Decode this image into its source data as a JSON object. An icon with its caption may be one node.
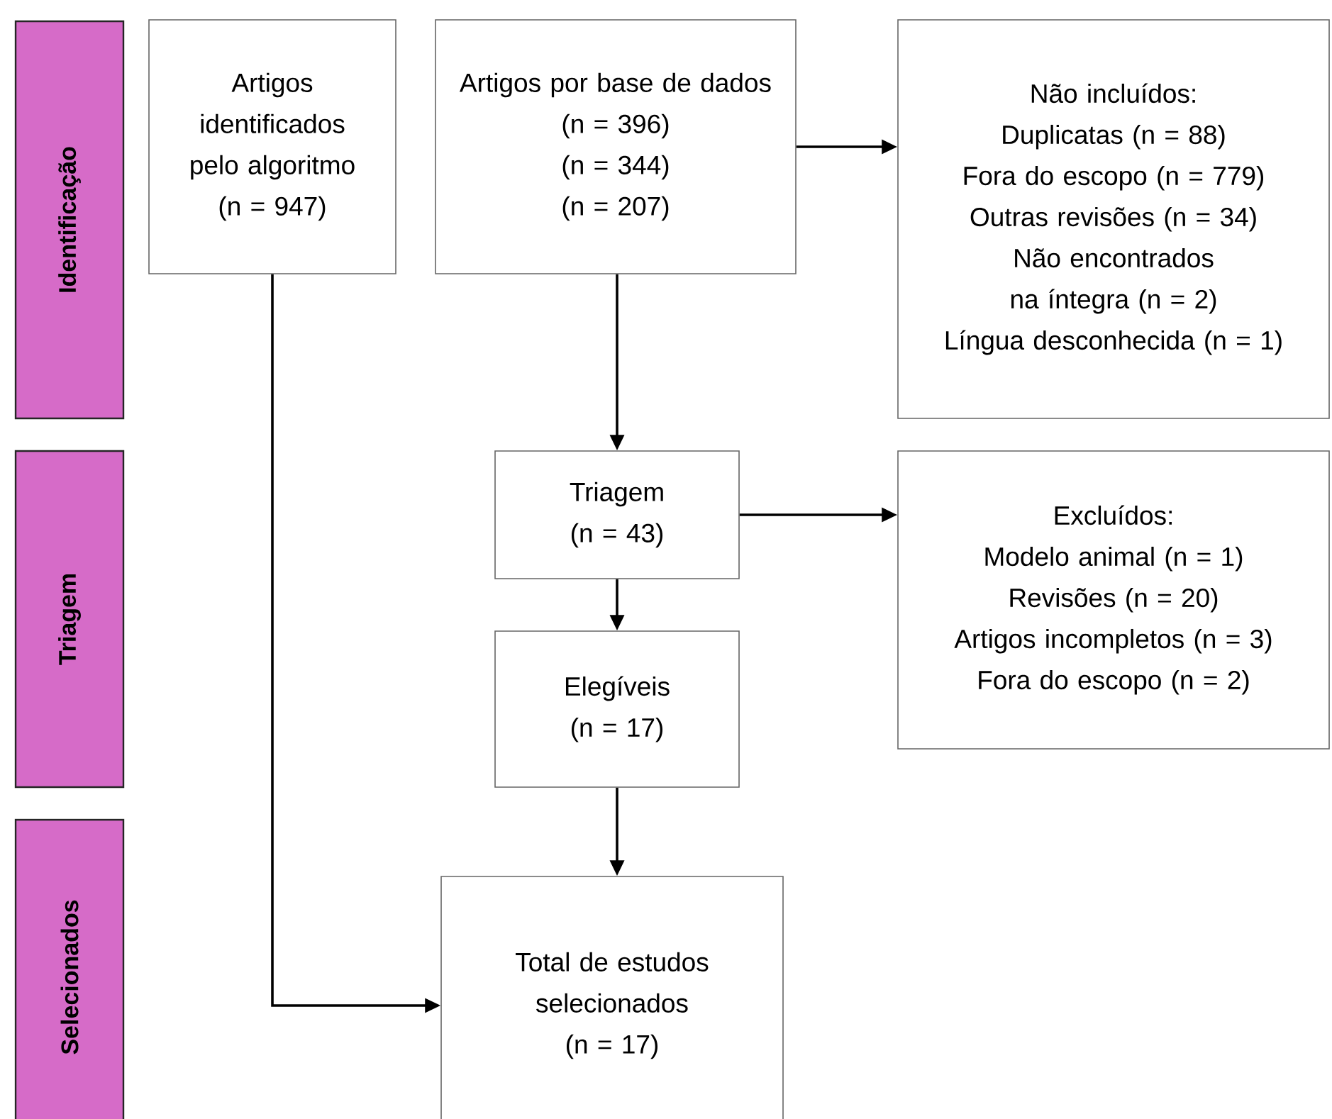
{
  "diagram": {
    "nodes": [
      {
        "text": [
          "Identificação"
        ]
      },
      {
        "text": [
          "Artigos identificados pelo algoritmo",
          "(n = 947)"
        ]
      },
      {
        "text": [
          "Artigos por base de dados",
          "(n = 396)",
          "(n = 344)",
          "(n = 207)"
        ]
      },
      {
        "text": [
          "Não incluídos:",
          "Duplicatas (n = 88)",
          "Fora do escopo (n = 779)",
          "Outras revisões (n = 34)",
          "Não encontrados na íntegra (n = 2)",
          "Língua desconhecida (n = 1)"
        ]
      },
      {
        "text": [
          "Triagem"
        ]
      },
      {
        "text": [
          "Triagem",
          "(n = 43)"
        ]
      },
      {
        "text": [
          "Excluídos:",
          "Modelo animal (n = 1)",
          "Revisões (n = 20)",
          "Artigos incompletos (n = 3)",
          "Fora do escopo (n = 2)"
        ]
      },
      {
        "text": [
          "Elegíveis",
          "(n = 17)"
        ]
      },
      {
        "text": [
          "Selecionados"
        ]
      },
      {
        "text": [
          "Total de estudos selecionados",
          "(n = 17)"
        ]
      }
    ],
    "edges": [
      {
        "from": 2,
        "to": 3,
        "arrow": "to"
      },
      {
        "from": 2,
        "to": 5,
        "arrow": "to"
      },
      {
        "from": 5,
        "to": 6,
        "arrow": "to"
      },
      {
        "from": 5,
        "to": 7,
        "arrow": "to"
      },
      {
        "from": 7,
        "to": 9,
        "arrow": "to"
      },
      {
        "from": 1,
        "to": 9,
        "arrow": "to"
      }
    ]
  }
}
